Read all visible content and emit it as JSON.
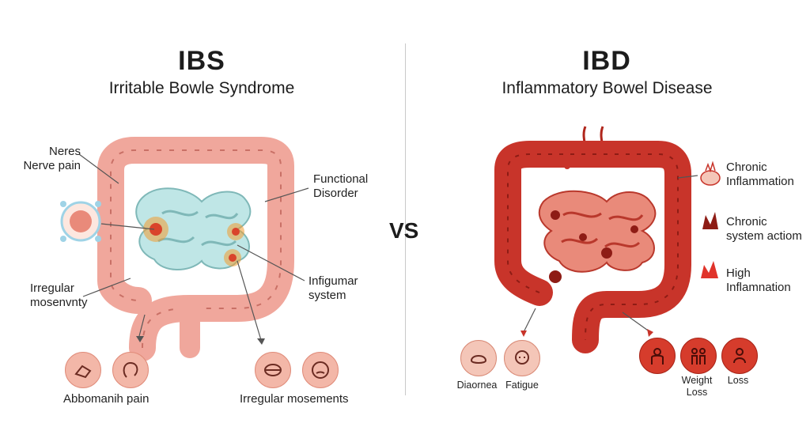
{
  "ibs": {
    "title": "IBS",
    "subtitle": "Irritable Bowle Syndrome",
    "label_nerve": "Neres\nNerve pain",
    "label_functional": "Functional\nDisorder",
    "label_irregular": "Irregular\nmosenvnty",
    "label_system": "Infigumar\nsystem",
    "caption_left": "Abbomanih pain",
    "caption_right": "Irregular mosements"
  },
  "vs": "VS",
  "ibd": {
    "title": "IBD",
    "subtitle": "Inflammatory Bowel Disease",
    "label_chronic_inflammation": "Chronic\nInflammation",
    "label_chronic_system": "Chronic\nsystem actiom",
    "label_high": "High\nInflamnation",
    "caption_diarrhea": "Diaornea",
    "caption_fatigue": "Fatigue",
    "caption_weight": "Weight\nLoss",
    "caption_loss": "Loss"
  },
  "colors": {
    "ibs_colon": "#f0a79c",
    "ibs_colon_stroke": "#c97066",
    "ibs_small_intestine": "#bfe6e6",
    "ibd_colon": "#c8342a",
    "ibd_colon_stroke": "#8e1c15",
    "accent_orange": "#f39a2d"
  }
}
